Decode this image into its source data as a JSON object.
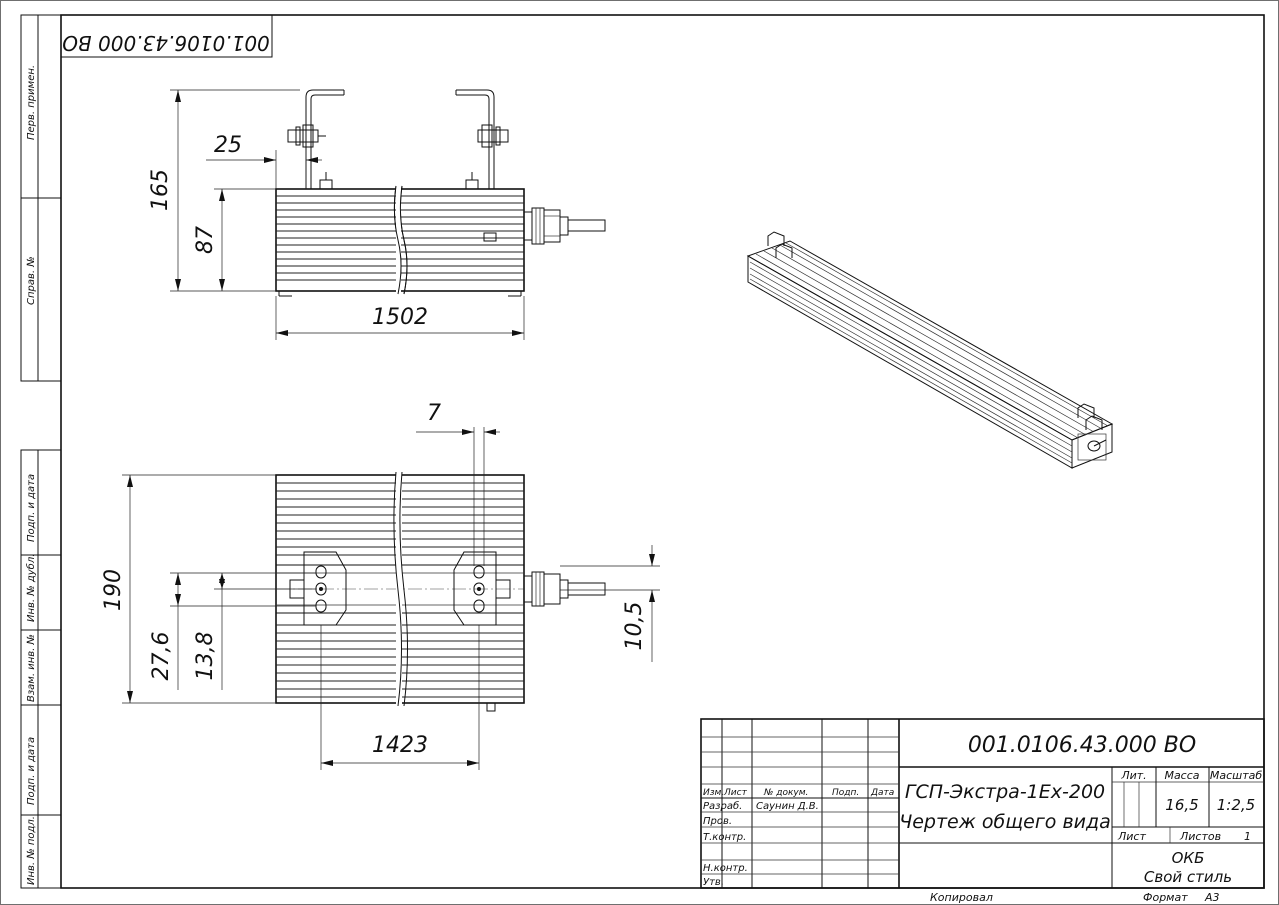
{
  "designation": "001.0106.43.000 ВО",
  "stamp_corner_code": "001.0106.43.000 ВО",
  "left_strip": [
    "Перв. примен.",
    "Справ. №",
    "Подп. и дата",
    "Инв. № дубл.",
    "Взам. инв. №",
    "Подп. и дата",
    "Инв. № подл."
  ],
  "top_view": {
    "dim_total_height": "165",
    "dim_bracket_offset": "25",
    "dim_body_height": "87",
    "dim_length": "1502"
  },
  "bottom_view": {
    "dim_width": "190",
    "dim_bracket_gap": "7",
    "dim_slot_span": "27,6",
    "dim_slot_center": "13,8",
    "dim_gland": "10,5",
    "dim_bracket_spacing": "1423"
  },
  "title_block": {
    "headers": {
      "izm": "Изм.",
      "list": "Лист",
      "doc_no": "№ докум.",
      "sign": "Подп.",
      "date": "Дата"
    },
    "roles": {
      "razrab": "Разраб.",
      "prov": "Пров.",
      "tkontr": "Т.контр.",
      "nkontr": "Н.контр.",
      "utv": "Утв."
    },
    "developer": "Саунин Д.В.",
    "product_name": "ГСП-Экстра-1Ex-200",
    "drawing_type": "Чертеж общего вида",
    "lit_label": "Лит.",
    "mass_label": "Масса",
    "scale_label": "Масштаб",
    "mass_value": "16,5",
    "scale_value": "1:2,5",
    "sheet_label": "Лист",
    "sheets_label": "Листов",
    "sheets_value": "1",
    "org_line1": "ОКБ",
    "org_line2": "Свой стиль",
    "copied_label": "Копировал",
    "format_label": "Формат",
    "format_value": "А3"
  }
}
